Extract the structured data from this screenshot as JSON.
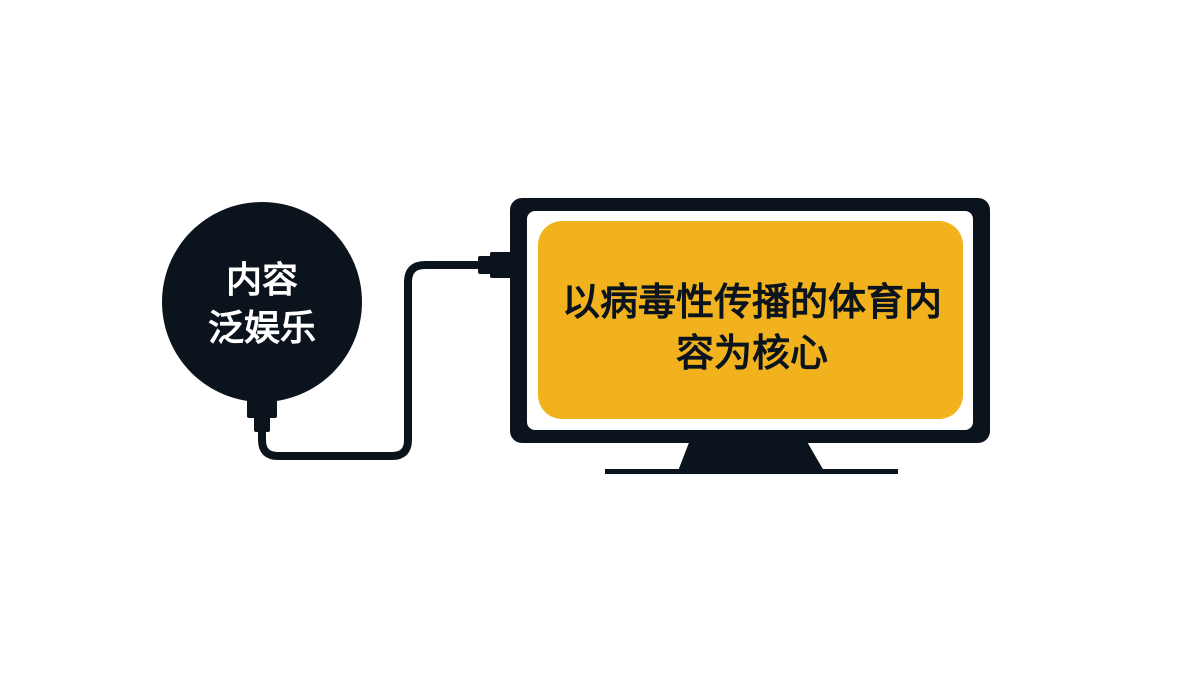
{
  "circle_node": {
    "lines": [
      "内容",
      "泛娱乐"
    ]
  },
  "screen": {
    "lines": [
      "以病毒性传播的体育内",
      "容为核心"
    ]
  },
  "colors": {
    "dark": "#0b141d",
    "screen": "#f1b21e",
    "background": "#ffffff",
    "text_light": "#ffffff",
    "text_dark": "#0b141d"
  }
}
